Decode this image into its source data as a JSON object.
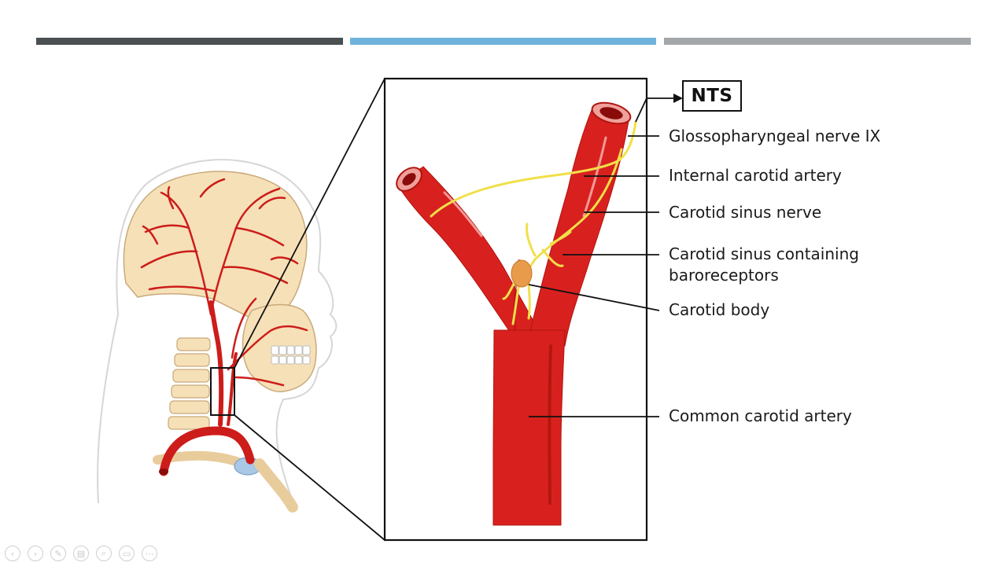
{
  "colors": {
    "bar_dark": "#4a4f52",
    "bar_blue": "#6fb3dc",
    "bar_gray": "#a3a7aa",
    "artery": "#d8211e",
    "artery_dark": "#a0100e",
    "nerve": "#f0e04a",
    "skull": "#f6e0b8",
    "carotid_body": "#e89b4b"
  },
  "nts": {
    "label": "NTS"
  },
  "labels": {
    "glossopharyngeal": "Glossopharyngeal nerve IX",
    "internal_carotid": "Internal carotid artery",
    "sinus_nerve": "Carotid sinus nerve",
    "sinus_line1": "Carotid sinus containing",
    "sinus_line2": "baroreceptors",
    "carotid_body": "Carotid body",
    "common_carotid": "Common carotid artery"
  },
  "controls": [
    {
      "name": "prev-icon",
      "glyph": "‹"
    },
    {
      "name": "next-icon",
      "glyph": "›"
    },
    {
      "name": "pen-icon",
      "glyph": "✎"
    },
    {
      "name": "slides-icon",
      "glyph": "▤"
    },
    {
      "name": "zoom-icon",
      "glyph": "⌕"
    },
    {
      "name": "subtitles-icon",
      "glyph": "▭"
    },
    {
      "name": "more-icon",
      "glyph": "⋯"
    }
  ]
}
